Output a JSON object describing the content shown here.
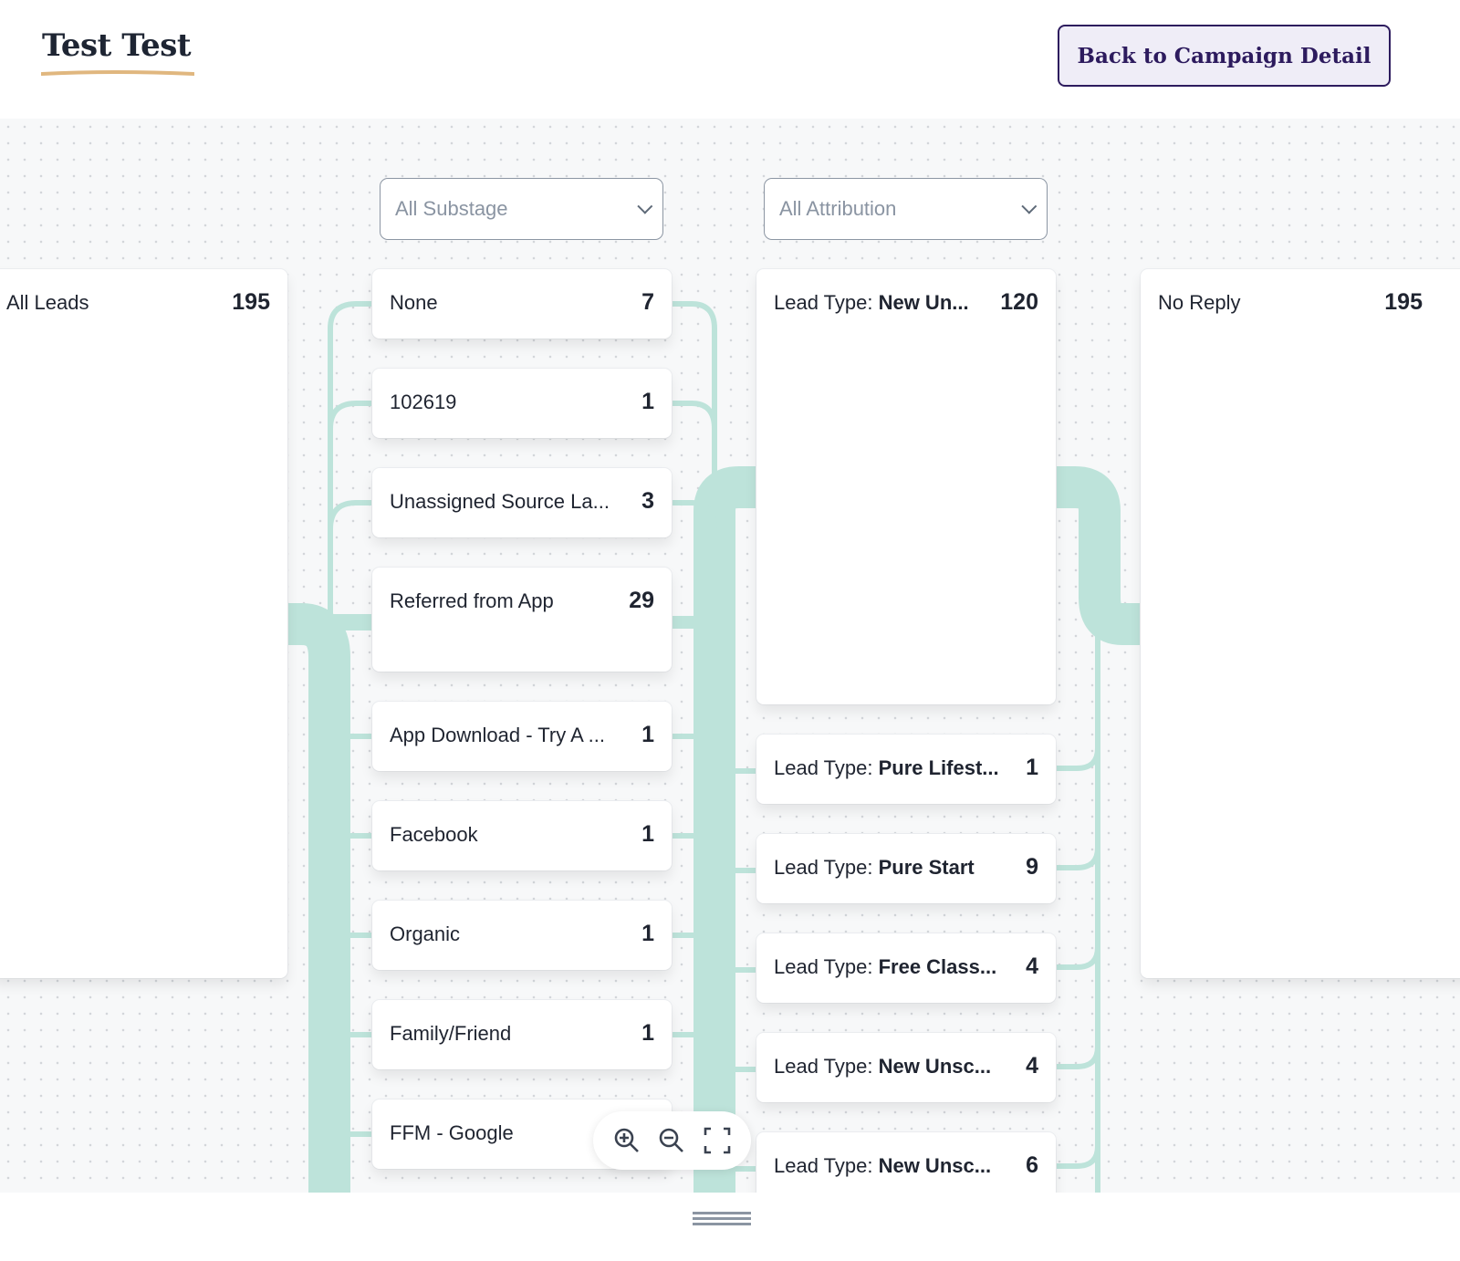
{
  "header": {
    "title": "Test Test",
    "back_button": "Back to Campaign Detail"
  },
  "filters": {
    "substage": "All Substage",
    "attribution": "All Attribution"
  },
  "columns": {
    "all": {
      "label": "All Leads",
      "count": "195"
    },
    "substage": [
      {
        "label": "None",
        "count": "7"
      },
      {
        "label": "102619",
        "count": "1"
      },
      {
        "label": "Unassigned Source La...",
        "count": "3"
      },
      {
        "label": "Referred from App",
        "count": "29"
      },
      {
        "label": "App Download - Try A ...",
        "count": "1"
      },
      {
        "label": "Facebook",
        "count": "1"
      },
      {
        "label": "Organic",
        "count": "1"
      },
      {
        "label": "Family/Friend",
        "count": "1"
      },
      {
        "label": "FFM - Google",
        "count": ""
      }
    ],
    "attribution": [
      {
        "prefix": "Lead Type: ",
        "label": "New Un...",
        "count": "120"
      },
      {
        "prefix": "Lead Type: ",
        "label": "Pure Lifest...",
        "count": "1"
      },
      {
        "prefix": "Lead Type: ",
        "label": "Pure Start",
        "count": "9"
      },
      {
        "prefix": "Lead Type: ",
        "label": "Free Class...",
        "count": "4"
      },
      {
        "prefix": "Lead Type: ",
        "label": "New Unsc...",
        "count": "4"
      },
      {
        "prefix": "Lead Type: ",
        "label": "New Unsc...",
        "count": "6"
      }
    ],
    "status": {
      "label": "No Reply",
      "count": "195"
    }
  },
  "colors": {
    "link": "#bde3da",
    "accent": "#2d1b5e",
    "underline": "#e0b77f"
  }
}
